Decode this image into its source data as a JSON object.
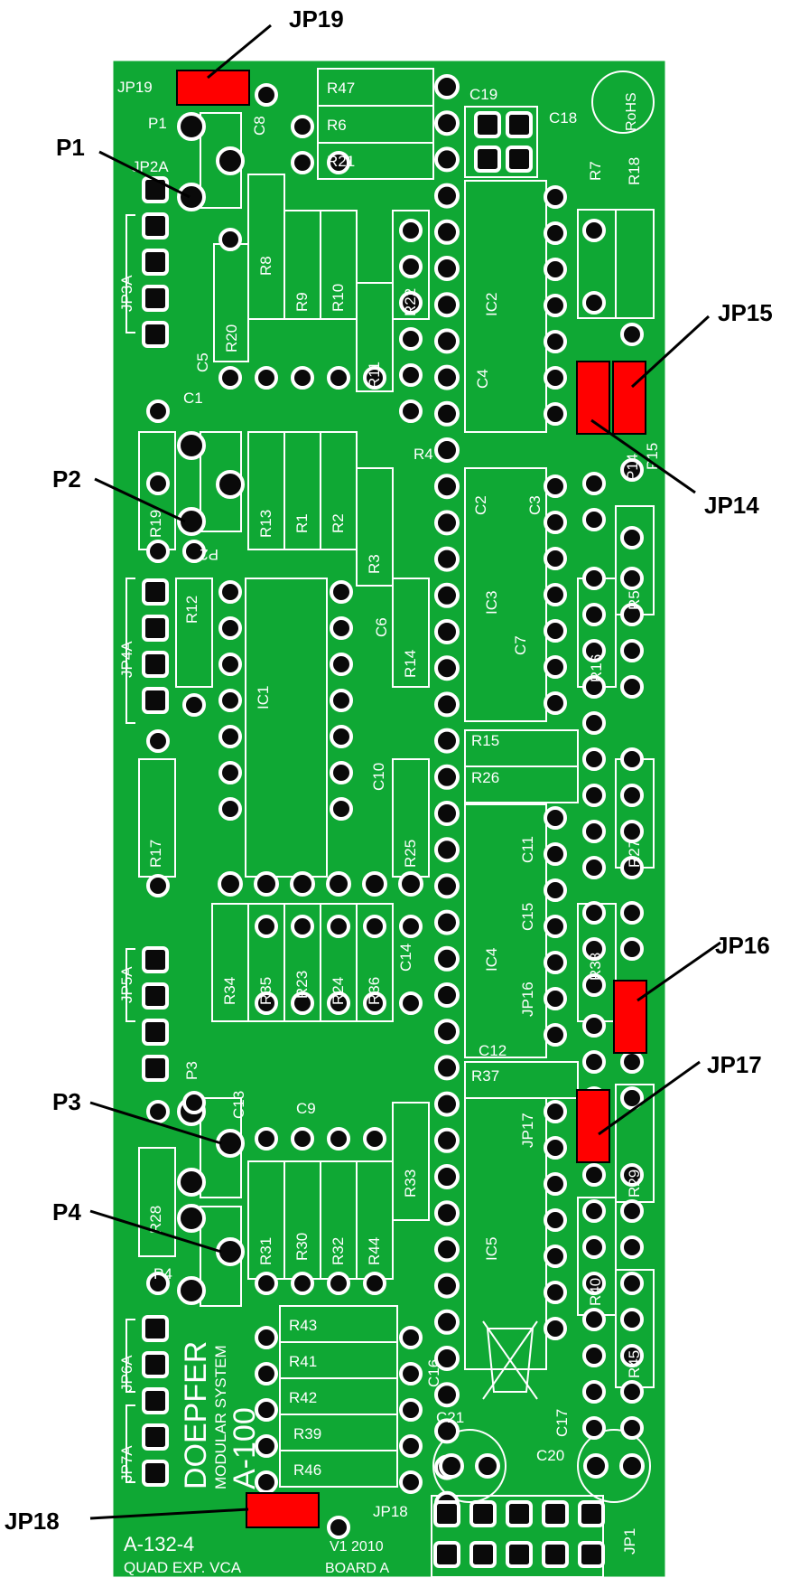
{
  "board": {
    "name": "A-132-4",
    "subtitle": "QUAD EXP. VCA",
    "brand": "DOEPFER",
    "brand_sub": "MODULAR SYSTEM",
    "system": "A-100",
    "version": "V1 2010",
    "board_label": "BOARD A",
    "rohs": "RoHS"
  },
  "callouts": {
    "jp19": "JP19",
    "p1": "P1",
    "p2": "P2",
    "jp15": "JP15",
    "jp14": "JP14",
    "jp16": "JP16",
    "jp17": "JP17",
    "p3": "P3",
    "p4": "P4",
    "jp18": "JP18"
  },
  "labels": {
    "JP19": "JP19",
    "P1": "P1",
    "C8": "C8",
    "JP2A": "JP2A",
    "JP3A": "JP3A",
    "R8": "R8",
    "R20": "R20",
    "R9": "R9",
    "R10": "R10",
    "R22": "R22",
    "R11": "R11",
    "C5": "C5",
    "C1": "C1",
    "R47": "R47",
    "R6": "R6",
    "R21": "R21",
    "C19": "C19",
    "C18": "C18",
    "R7": "R7",
    "R18": "R18",
    "IC2": "IC2",
    "C4": "C4",
    "R4": "R4",
    "P14": "P14",
    "P15": "P15",
    "R19": "R19",
    "P2": "P2",
    "R13": "R13",
    "R1": "R1",
    "R2": "R2",
    "R3": "R3",
    "C2": "C2",
    "C3": "C3",
    "IC3": "IC3",
    "R5": "R5",
    "R16": "R16",
    "C7": "C7",
    "R12": "R12",
    "JP4A": "JP4A",
    "IC1": "IC1",
    "C6": "C6",
    "R14": "R14",
    "R15": "R15",
    "R26": "R26",
    "R17": "R17",
    "C10": "C10",
    "R25": "R25",
    "C11": "C11",
    "R27": "R27",
    "C15": "C15",
    "IC4": "IC4",
    "JP16": "JP16",
    "R38": "R38",
    "JP5A": "JP5A",
    "R34": "R34",
    "R35": "R35",
    "R23": "R23",
    "R24": "R24",
    "R36": "R36",
    "C14": "C14",
    "C12": "C12",
    "P3": "P3",
    "C13": "C13",
    "C9": "C9",
    "R37": "R37",
    "JP17": "JP17",
    "R29": "R29",
    "R28": "R28",
    "P4": "P4",
    "R31": "R31",
    "R30": "R30",
    "R32": "R32",
    "R44": "R44",
    "R33": "R33",
    "IC5": "IC5",
    "R40": "R40",
    "R43": "R43",
    "R41": "R41",
    "R42": "R42",
    "R39": "R39",
    "R46": "R46",
    "C16": "C16",
    "R45": "R45",
    "JP6A": "JP6A",
    "JP7A": "JP7A",
    "C21": "C21",
    "C20": "C20",
    "C17": "C17",
    "JP18": "JP18",
    "JP1": "JP1"
  },
  "colors": {
    "board": "#0fa834",
    "jumper": "#ff0000",
    "silk": "#ffffff"
  }
}
